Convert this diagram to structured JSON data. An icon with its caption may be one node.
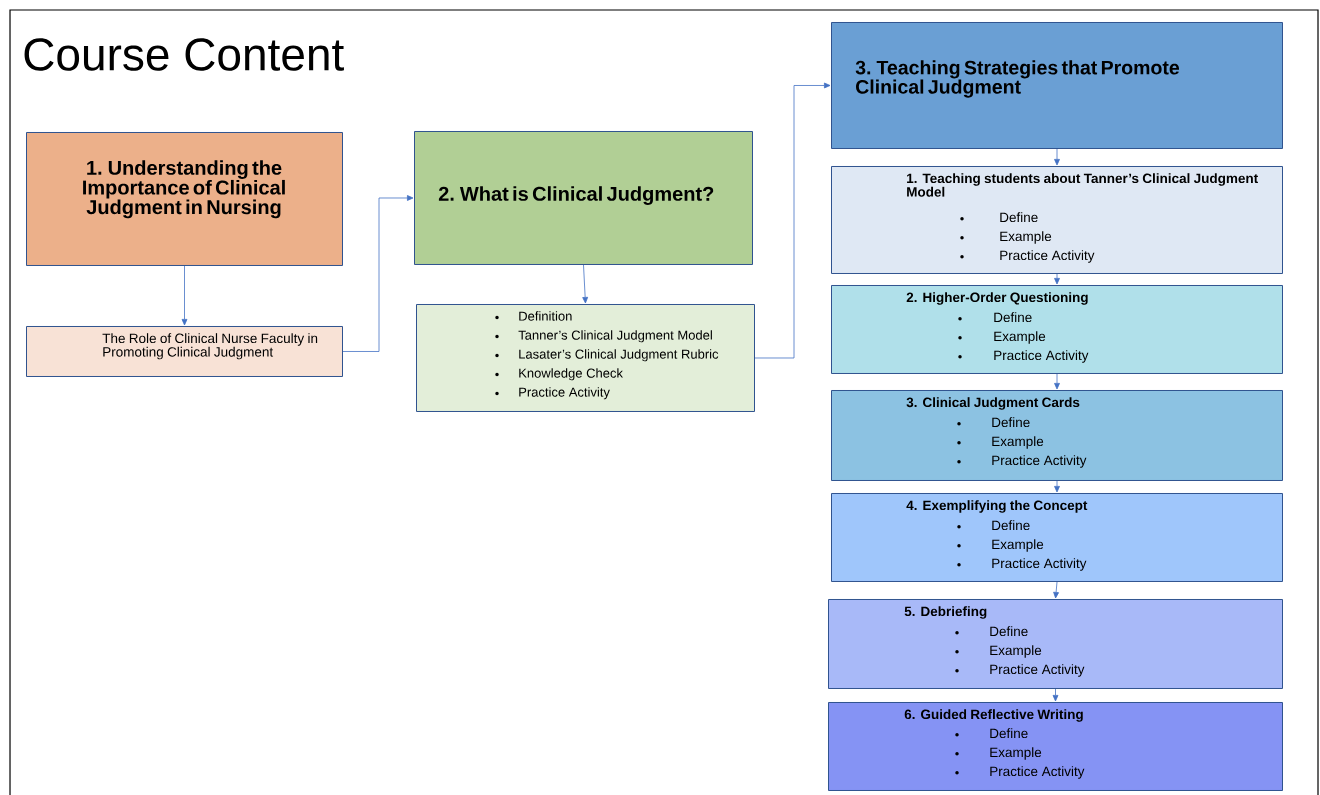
{
  "diagram": {
    "title": "Course Content",
    "nodes": [
      {
        "text": [
          "1. Understanding the Importance of Clinical Judgment in Nursing"
        ]
      },
      {
        "text": [
          "The Role of Clinical Nurse Faculty in Promoting Clinical Judgment"
        ]
      },
      {
        "text": [
          "2. What is Clinical Judgment?"
        ]
      },
      {
        "text": [
          "Definition",
          "Tanner’s Clinical Judgment Model",
          "Lasater’s Clinical Judgment Rubric",
          "Knowledge Check",
          "Practice Activity"
        ]
      },
      {
        "text": [
          "3. Teaching Strategies that Promote Clinical Judgment"
        ]
      },
      {
        "text": [
          "1. Teaching students about Tanner’s Clinical Judgment Model",
          "Define",
          "Example",
          "Practice Activity"
        ]
      },
      {
        "text": [
          "2. Higher-Order Questioning",
          "Define",
          "Example",
          "Practice Activity"
        ]
      },
      {
        "text": [
          "3. Clinical Judgment Cards",
          "Define",
          "Example",
          "Practice Activity"
        ]
      },
      {
        "text": [
          "4. Exemplifying the Concept",
          "Define",
          "Example",
          "Practice Activity"
        ]
      },
      {
        "text": [
          "5. Debriefing",
          "Define",
          "Example",
          "Practice Activity"
        ]
      },
      {
        "text": [
          "6. Guided Reflective Writing",
          "Define",
          "Example",
          "Practice Activity"
        ]
      }
    ],
    "edges": [
      {
        "from": 0,
        "to": 1,
        "arrow": "to"
      },
      {
        "from": 1,
        "to": 2,
        "arrow": "to"
      },
      {
        "from": 2,
        "to": 3,
        "arrow": "to"
      },
      {
        "from": 3,
        "to": 4,
        "arrow": "to"
      },
      {
        "from": 4,
        "to": 5,
        "arrow": "to"
      },
      {
        "from": 5,
        "to": 6,
        "arrow": "to"
      },
      {
        "from": 6,
        "to": 7,
        "arrow": "to"
      },
      {
        "from": 7,
        "to": 8,
        "arrow": "to"
      },
      {
        "from": 8,
        "to": 9,
        "arrow": "to"
      },
      {
        "from": 9,
        "to": 10,
        "arrow": "to"
      }
    ]
  }
}
